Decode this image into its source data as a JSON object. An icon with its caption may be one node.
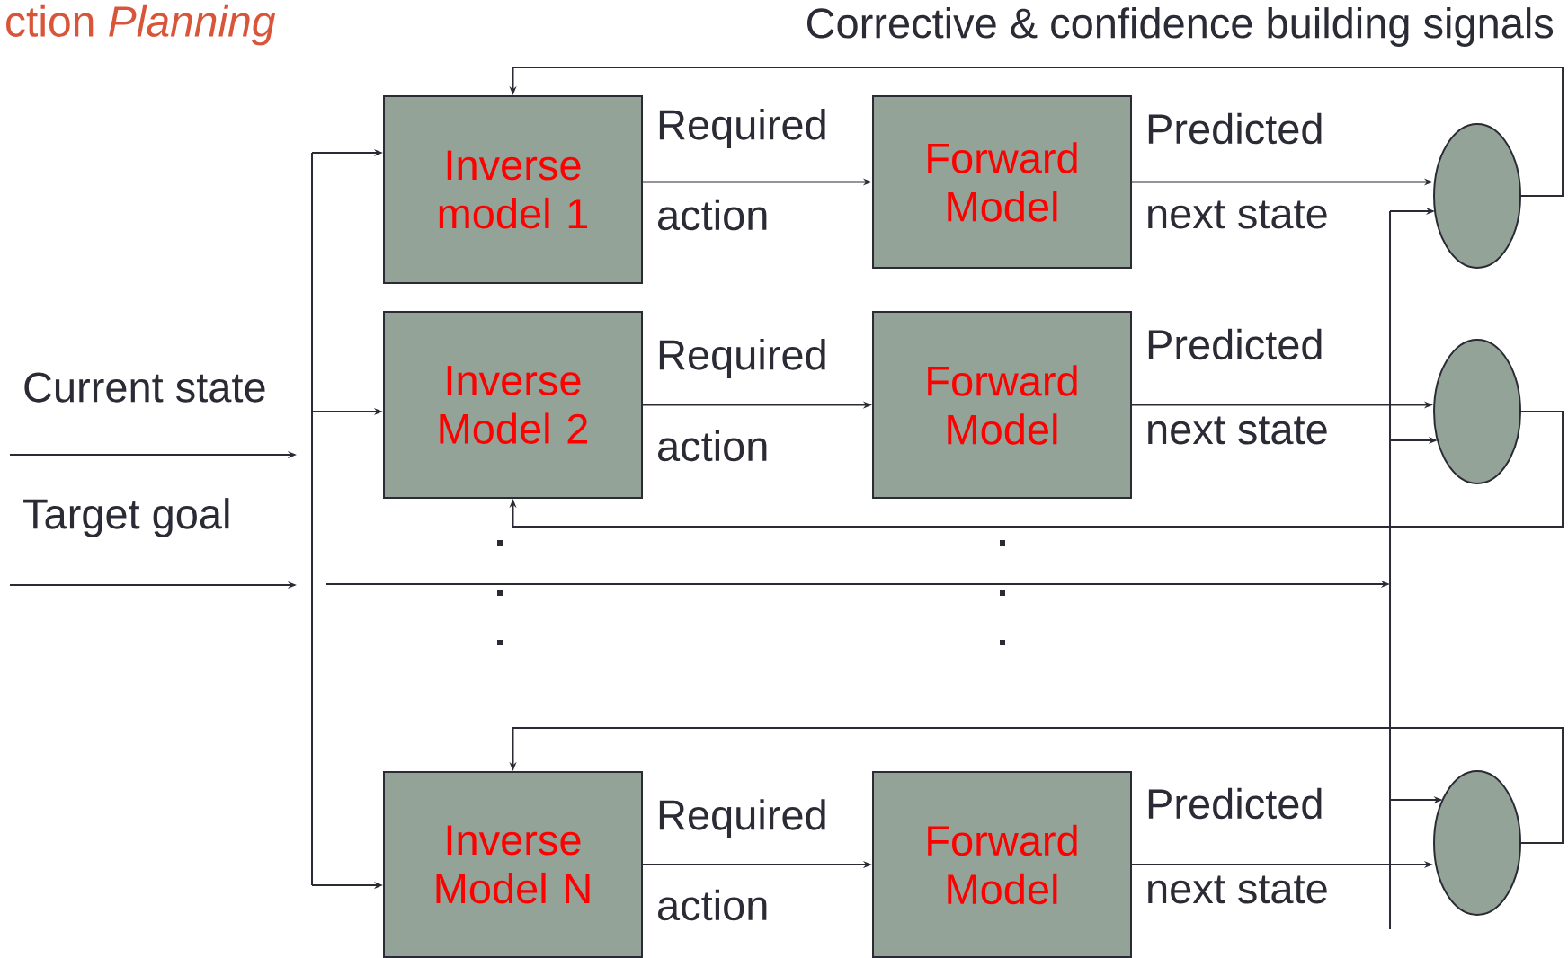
{
  "diagram": {
    "title": "ction *Planning*",
    "nodes": [
      {
        "text": [
          "Inverse model 1"
        ]
      },
      {
        "text": [
          "Forward Model"
        ]
      },
      {
        "text": [],
        "shape": "circle"
      },
      {
        "text": [
          "Inverse Model 2"
        ]
      },
      {
        "text": [
          "Forward Model"
        ]
      },
      {
        "text": [],
        "shape": "circle"
      },
      {
        "text": [
          "Inverse Model N"
        ]
      },
      {
        "text": [
          "Forward Model"
        ]
      },
      {
        "text": [],
        "shape": "circle"
      },
      {
        "text": [
          "Current state"
        ]
      },
      {
        "text": [
          "Target goal"
        ]
      }
    ],
    "edges": [
      {
        "from": 0,
        "to": 1,
        "arrow": "to"
      },
      {
        "from": 1,
        "to": 2,
        "arrow": "to"
      },
      {
        "from": 3,
        "to": 4,
        "arrow": "to"
      },
      {
        "from": 4,
        "to": 5,
        "arrow": "to"
      },
      {
        "from": 6,
        "to": 7,
        "arrow": "to"
      },
      {
        "from": 7,
        "to": 8,
        "arrow": "to"
      },
      {
        "from": 2,
        "to": 0,
        "arrow": "to"
      },
      {
        "from": 5,
        "to": 3,
        "arrow": "to"
      },
      {
        "from": 8,
        "to": 6,
        "arrow": "to"
      },
      {
        "from": null,
        "to": 0,
        "arrow": "to"
      },
      {
        "from": null,
        "to": 3,
        "arrow": "to"
      },
      {
        "from": null,
        "to": 6,
        "arrow": "to"
      },
      {
        "from": null,
        "to": 2,
        "arrow": "to"
      },
      {
        "from": null,
        "to": 5,
        "arrow": "to"
      },
      {
        "from": null,
        "to": 8,
        "arrow": "to"
      },
      {
        "from": 9,
        "to": null,
        "arrow": "to"
      },
      {
        "from": 10,
        "to": null,
        "arrow": "to"
      }
    ],
    "labels": [
      "Corrective & confidence building signals",
      "Required",
      "action",
      "Predicted",
      "next state",
      "Required",
      "action",
      "Predicted",
      "next state",
      "Required",
      "action",
      "Predicted",
      "next state"
    ]
  }
}
